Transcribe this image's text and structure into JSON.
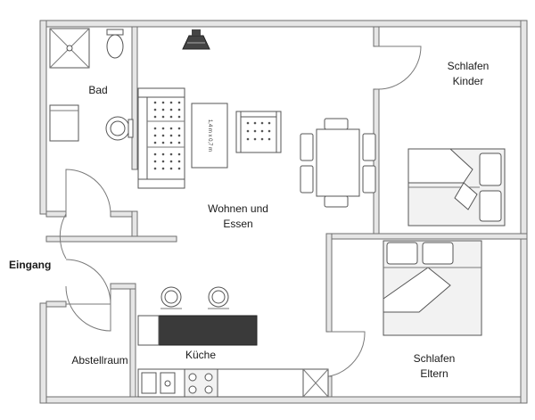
{
  "rooms": {
    "bad": "Bad",
    "schlafen_kinder": "Schlafen\nKinder",
    "wohnen_essen": "Wohnen und\nEssen",
    "eingang": "Eingang",
    "abstellraum": "Abstellraum",
    "kueche": "Küche",
    "schlafen_eltern": "Schlafen\nEltern"
  },
  "furniture": {
    "tv_label": "1,4 m x 0,7 m"
  }
}
